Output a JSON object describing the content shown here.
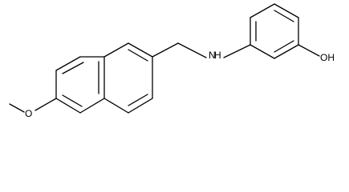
{
  "molecule": {
    "atoms": {
      "nh": "H",
      "nn": "N",
      "oh": "OH",
      "ome_o": "O"
    },
    "colors": {
      "bond": "#000000",
      "label": "#000000",
      "background": "#ffffff"
    }
  }
}
